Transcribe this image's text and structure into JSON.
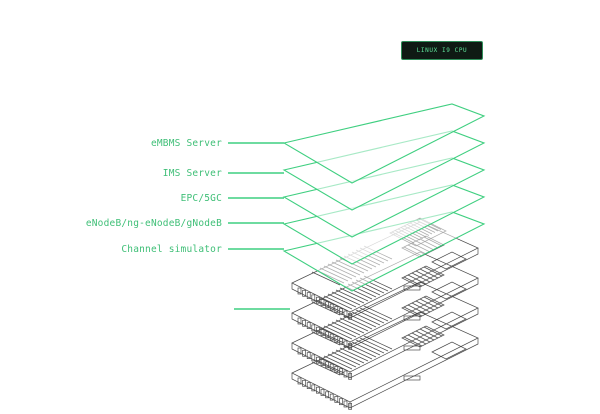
{
  "cpu_badge": {
    "label": "LINUX I9 CPU"
  },
  "layers": [
    {
      "label": "eMBMS Server"
    },
    {
      "label": "IMS Server"
    },
    {
      "label": "EPC/5GC"
    },
    {
      "label": "eNodeB/ng-eNodeB/gNodeB"
    },
    {
      "label": "Channel simulator"
    }
  ],
  "colors": {
    "accent": "#3fcf80",
    "label": "#3fbf77",
    "hardware_line": "#4a4a4a",
    "badge_bg": "#0f1a14"
  }
}
